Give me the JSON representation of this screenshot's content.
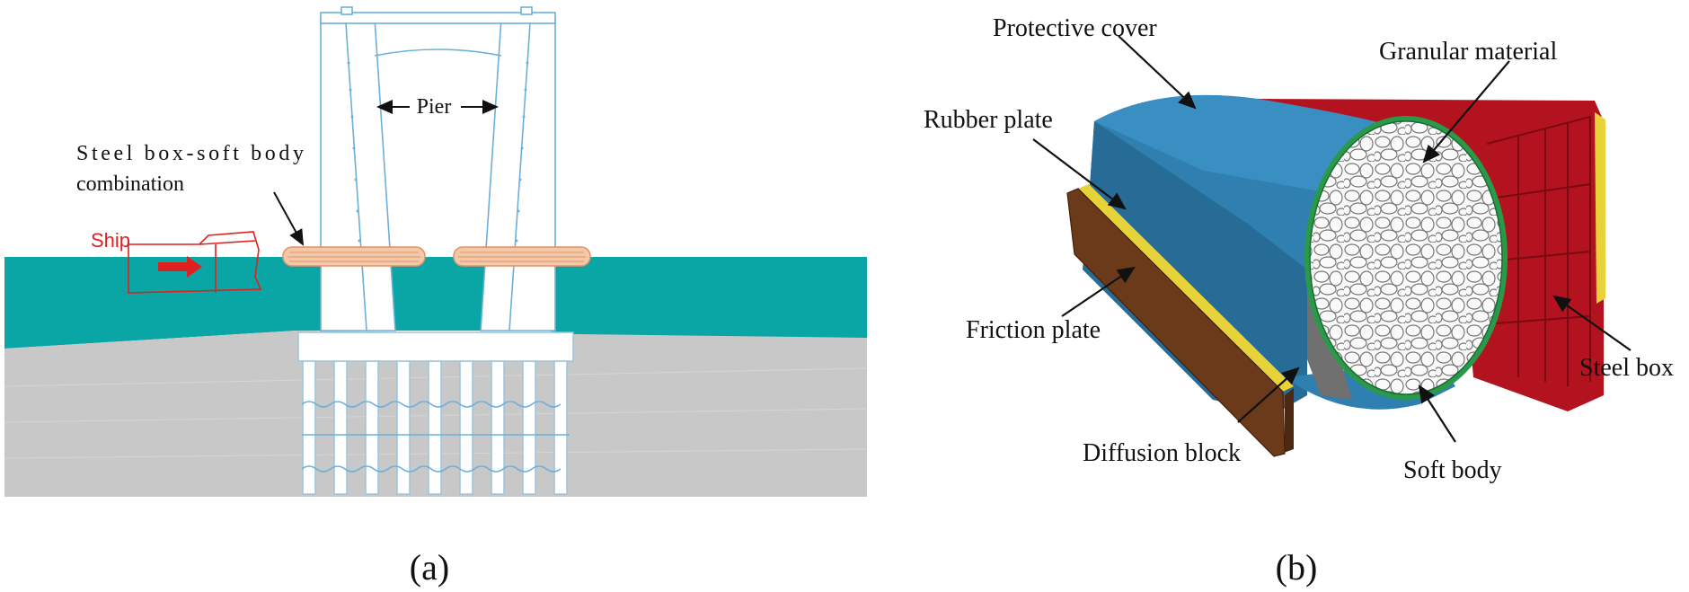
{
  "panel_a": {
    "label_pier": "Pier",
    "label_combination_line1": "Steel box-soft body",
    "label_combination_line2": "combination",
    "label_ship": "Ship",
    "caption": "(a)"
  },
  "panel_b": {
    "label_protective_cover": "Protective cover",
    "label_granular_material": "Granular material",
    "label_rubber_plate": "Rubber plate",
    "label_friction_plate": "Friction plate",
    "label_steel_box": "Steel box",
    "label_diffusion_block": "Diffusion block",
    "label_soft_body": "Soft body",
    "caption": "(b)"
  },
  "colors": {
    "water": "#0aa5a5",
    "seabed": "#c8c8c8",
    "pier_outline": "#6ab0d8",
    "ship_red": "#e02020",
    "fender": "#f3c8a8",
    "cover_blue": "#2f7fb0",
    "steel_red": "#b3131e",
    "friction_brown": "#6b3a1a",
    "rubber_yellow": "#e8d23a",
    "soft_green": "#2a9a4a",
    "diffusion_grey": "#707070"
  }
}
